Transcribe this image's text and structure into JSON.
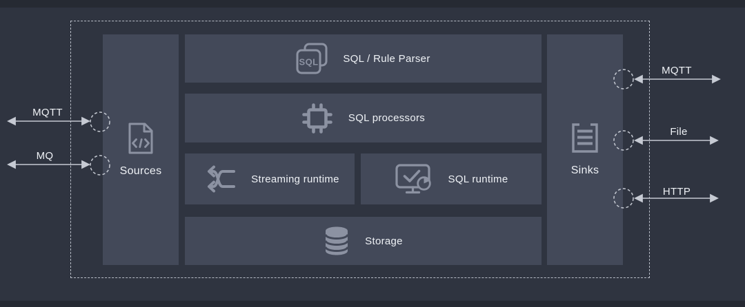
{
  "palette": {
    "background": "#2f3440",
    "edge_strip": "#262a33",
    "box_fill": "#434959",
    "icon_color": "#8c92a2",
    "text_color": "#eef1f5",
    "connector_color": "#c6cad3"
  },
  "diagram": {
    "sources": {
      "label": "Sources",
      "icon": "code-file-icon"
    },
    "sinks": {
      "label": "Sinks",
      "icon": "stack-icon"
    },
    "left_flows": [
      {
        "label": "MQTT"
      },
      {
        "label": "MQ"
      }
    ],
    "right_flows": [
      {
        "label": "MQTT"
      },
      {
        "label": "File"
      },
      {
        "label": "HTTP"
      }
    ],
    "core": {
      "rule_parser": {
        "label": "SQL / Rule Parser",
        "icon": "sql-copy-icon",
        "icon_text": "SQL"
      },
      "processors": {
        "label": "SQL processors",
        "icon": "chip-icon"
      },
      "streaming_runtime": {
        "label": "Streaming runtime",
        "icon": "shuffle-icon"
      },
      "sql_runtime": {
        "label": "SQL runtime",
        "icon": "monitor-check-icon"
      },
      "storage": {
        "label": "Storage",
        "icon": "database-icon"
      }
    }
  }
}
